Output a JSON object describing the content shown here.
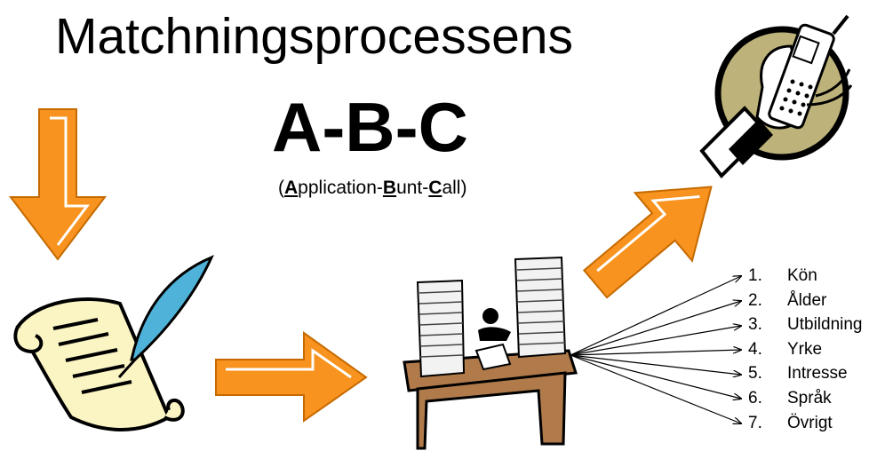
{
  "title": "Matchningsprocessens",
  "heading": "A-B-C",
  "subtitle": {
    "open": "(",
    "a_letter": "A",
    "a_rest": "pplication-",
    "b_letter": "B",
    "b_rest": "unt-",
    "c_letter": "C",
    "c_rest": "all",
    "close": ")"
  },
  "criteria": [
    {
      "num": "1.",
      "label": "Kön"
    },
    {
      "num": "2.",
      "label": "Ålder"
    },
    {
      "num": "3.",
      "label": "Utbildning"
    },
    {
      "num": "4.",
      "label": "Yrke"
    },
    {
      "num": "5.",
      "label": "Intresse"
    },
    {
      "num": "6.",
      "label": "Språk"
    },
    {
      "num": "7.",
      "label": "Övrigt"
    }
  ],
  "icons": [
    "scroll-quill-icon",
    "desk-paper-stacks-icon",
    "hand-mobile-phone-icon"
  ],
  "colors": {
    "arrow": "#f7931e",
    "desk": "#b07a4a",
    "parchment": "#fbf5c4",
    "phone_circle": "#bdb37a",
    "quill": "#4fb3d9"
  }
}
